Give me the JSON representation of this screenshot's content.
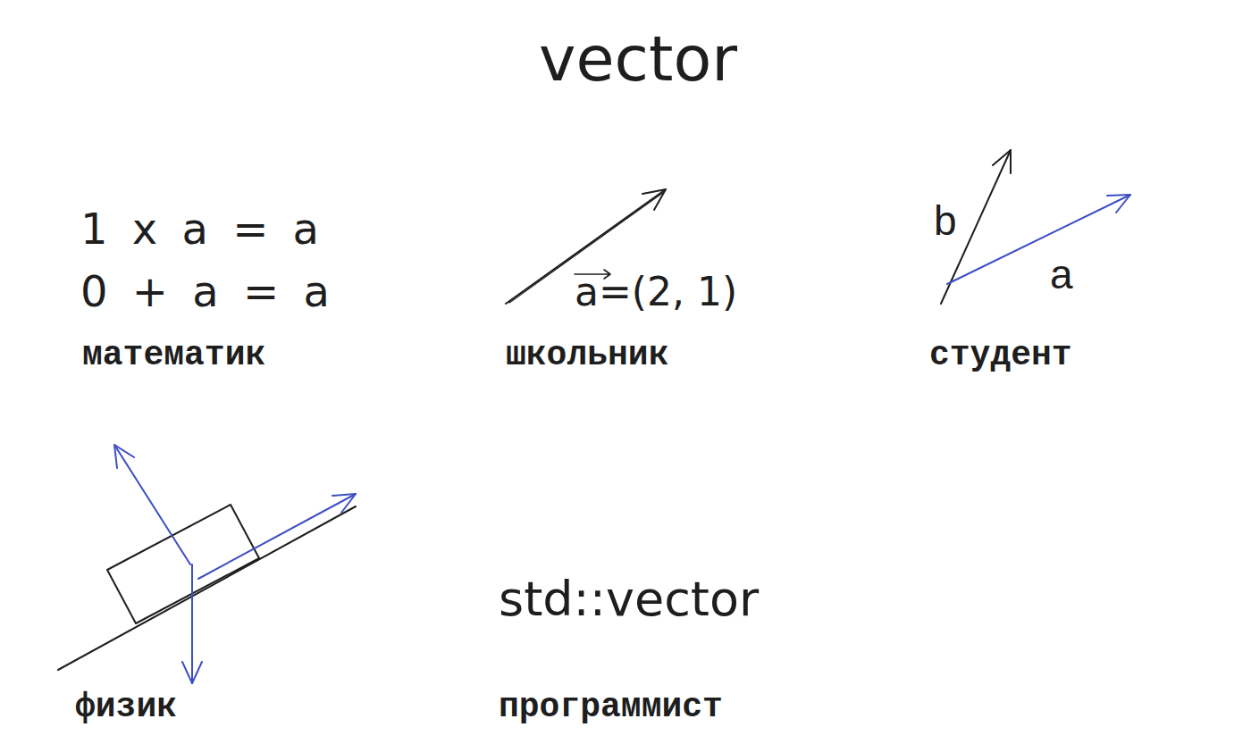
{
  "diagram": {
    "title": "vector",
    "labels": [
      "1 x a = a",
      "0 + a = a",
      "математик",
      "a=(2, 1)",
      "школьник",
      "b",
      "a",
      "студент",
      "физик",
      "std::vector",
      "программист"
    ]
  }
}
